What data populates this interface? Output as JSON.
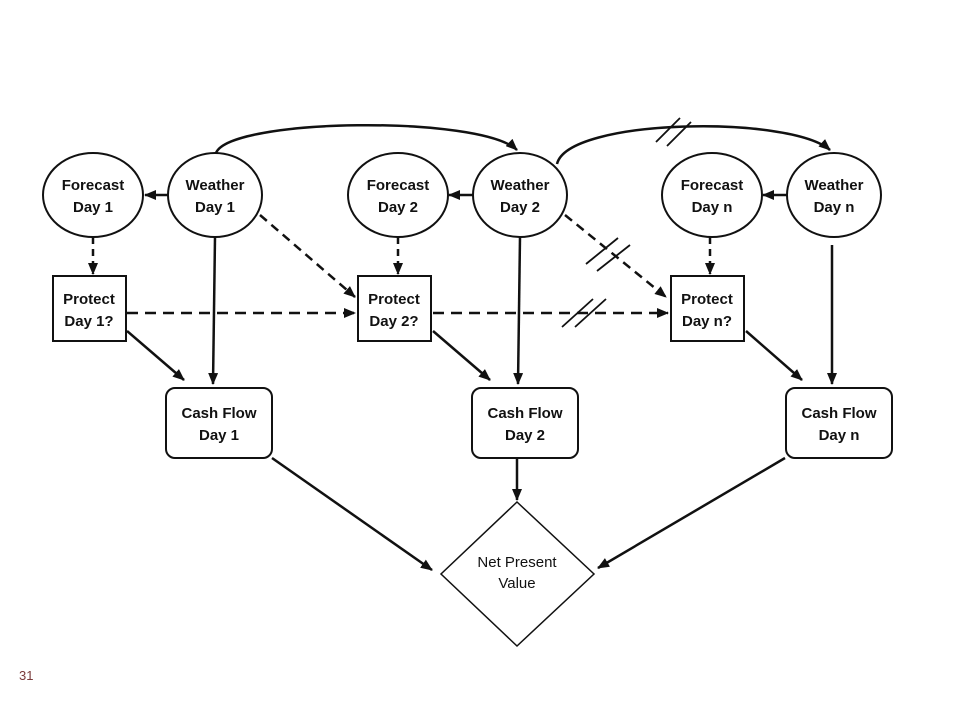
{
  "slide": {
    "page_number": "31"
  },
  "diagram": {
    "nodes": {
      "forecast_day1": {
        "line1": "Forecast",
        "line2": "Day 1"
      },
      "weather_day1": {
        "line1": "Weather",
        "line2": "Day 1"
      },
      "forecast_day2": {
        "line1": "Forecast",
        "line2": "Day 2"
      },
      "weather_day2": {
        "line1": "Weather",
        "line2": "Day 2"
      },
      "forecast_dayn": {
        "line1": "Forecast",
        "line2": "Day n"
      },
      "weather_dayn": {
        "line1": "Weather",
        "line2": "Day n"
      },
      "protect_day1": {
        "line1": "Protect",
        "line2": "Day 1?"
      },
      "protect_day2": {
        "line1": "Protect",
        "line2": "Day 2?"
      },
      "protect_dayn": {
        "line1": "Protect",
        "line2": "Day n?"
      },
      "cashflow_day1": {
        "line1": "Cash Flow",
        "line2": "Day 1"
      },
      "cashflow_day2": {
        "line1": "Cash Flow",
        "line2": "Day 2"
      },
      "cashflow_dayn": {
        "line1": "Cash Flow",
        "line2": "Day n"
      },
      "npv": {
        "line1": "Net Present",
        "line2": "Value"
      }
    },
    "colors": {
      "line": "#111111",
      "background": "#ffffff"
    }
  }
}
